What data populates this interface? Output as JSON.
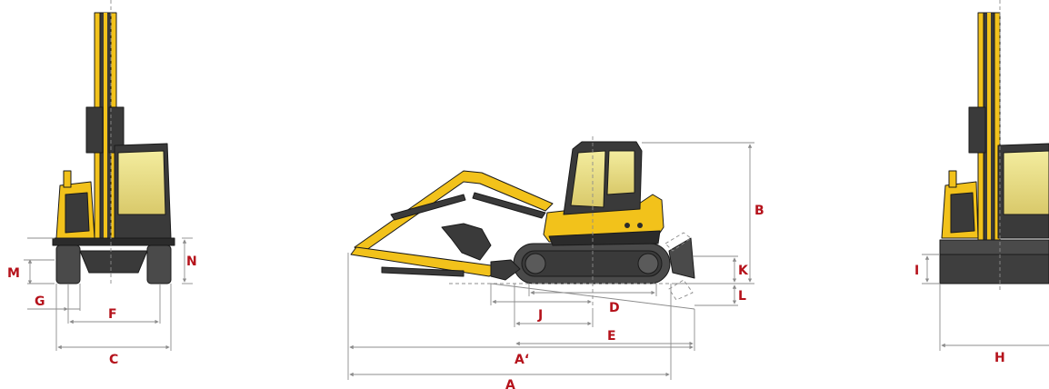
{
  "labels": {
    "A": "A",
    "A_prime": "A‘",
    "B": "B",
    "C": "C",
    "D": "D",
    "E": "E",
    "F": "F",
    "G": "G",
    "H": "H",
    "I": "I",
    "J": "J",
    "K": "K",
    "L": "L",
    "M": "M",
    "N": "N"
  },
  "colors": {
    "machine_yellow": "#f2c21b",
    "machine_dark": "#3a3a3a",
    "track": "#4a4a4a",
    "glass": "#e8dc8a",
    "label_red": "#b5121b",
    "dimension_line": "#8c8c8c"
  }
}
